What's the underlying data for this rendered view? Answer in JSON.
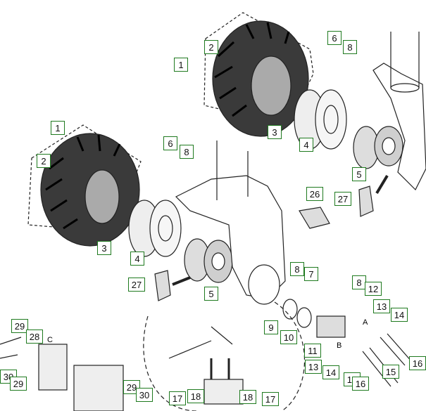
{
  "diagram": {
    "callouts": [
      {
        "id": "c1a",
        "label": "1"
      },
      {
        "id": "c2a",
        "label": "2"
      },
      {
        "id": "c3a",
        "label": "3"
      },
      {
        "id": "c4a",
        "label": "4"
      },
      {
        "id": "c5a",
        "label": "5"
      },
      {
        "id": "c6a",
        "label": "6"
      },
      {
        "id": "c8a",
        "label": "8"
      },
      {
        "id": "c1b",
        "label": "1"
      },
      {
        "id": "c2b",
        "label": "2"
      },
      {
        "id": "c3b",
        "label": "3"
      },
      {
        "id": "c4b",
        "label": "4"
      },
      {
        "id": "c5b",
        "label": "5"
      },
      {
        "id": "c6b",
        "label": "6"
      },
      {
        "id": "c8b",
        "label": "8"
      },
      {
        "id": "c26",
        "label": "26"
      },
      {
        "id": "c27a",
        "label": "27"
      },
      {
        "id": "c27b",
        "label": "27"
      },
      {
        "id": "c8c",
        "label": "8"
      },
      {
        "id": "c7",
        "label": "7"
      },
      {
        "id": "c9",
        "label": "9"
      },
      {
        "id": "c10",
        "label": "10"
      },
      {
        "id": "c8d",
        "label": "8"
      },
      {
        "id": "c12",
        "label": "12"
      },
      {
        "id": "c13a",
        "label": "13"
      },
      {
        "id": "c14a",
        "label": "14"
      },
      {
        "id": "c11",
        "label": "11"
      },
      {
        "id": "c13b",
        "label": "13"
      },
      {
        "id": "c14b",
        "label": "14"
      },
      {
        "id": "c15a",
        "label": "15"
      },
      {
        "id": "c15b",
        "label": "15"
      },
      {
        "id": "c16a",
        "label": "16"
      },
      {
        "id": "c16b",
        "label": "16"
      },
      {
        "id": "c29a",
        "label": "29"
      },
      {
        "id": "c28",
        "label": "28"
      },
      {
        "id": "c30a",
        "label": "30"
      },
      {
        "id": "c29b",
        "label": "29"
      },
      {
        "id": "c29c",
        "label": "29"
      },
      {
        "id": "c30b",
        "label": "30"
      },
      {
        "id": "c17a",
        "label": "17"
      },
      {
        "id": "c18a",
        "label": "18"
      },
      {
        "id": "c18b",
        "label": "18"
      },
      {
        "id": "c17b",
        "label": "17"
      }
    ],
    "letters": {
      "a": "A",
      "b": "B",
      "c": "C"
    }
  }
}
